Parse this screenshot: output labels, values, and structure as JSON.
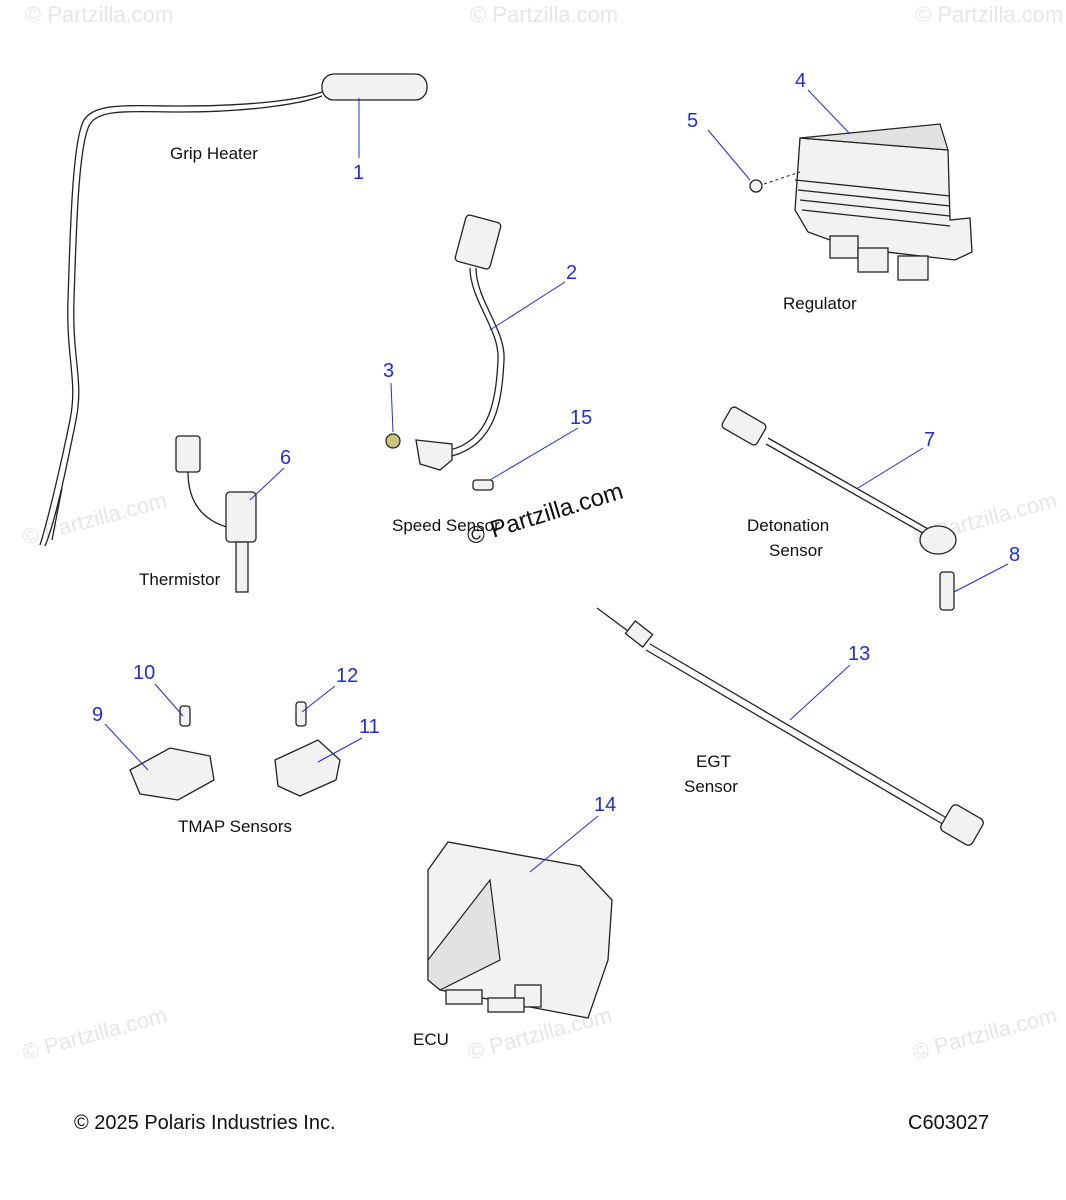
{
  "diagram": {
    "labels": {
      "grip_heater": "Grip Heater",
      "regulator": "Regulator",
      "speed_sensor": "Speed Sensor",
      "thermistor": "Thermistor",
      "detonation_sensor_line1": "Detonation",
      "detonation_sensor_line2": "Sensor",
      "tmap_sensors": "TMAP Sensors",
      "egt_sensor_line1": "EGT",
      "egt_sensor_line2": "Sensor",
      "ecu": "ECU"
    },
    "callouts": [
      "1",
      "2",
      "3",
      "4",
      "5",
      "6",
      "7",
      "8",
      "9",
      "10",
      "11",
      "12",
      "13",
      "14",
      "15"
    ]
  },
  "watermark": {
    "main": "© Partzilla.com",
    "faint": "© Partzilla.com"
  },
  "footer": {
    "copyright": "© 2025 Polaris Industries Inc.",
    "drawing_code": "C603027"
  }
}
